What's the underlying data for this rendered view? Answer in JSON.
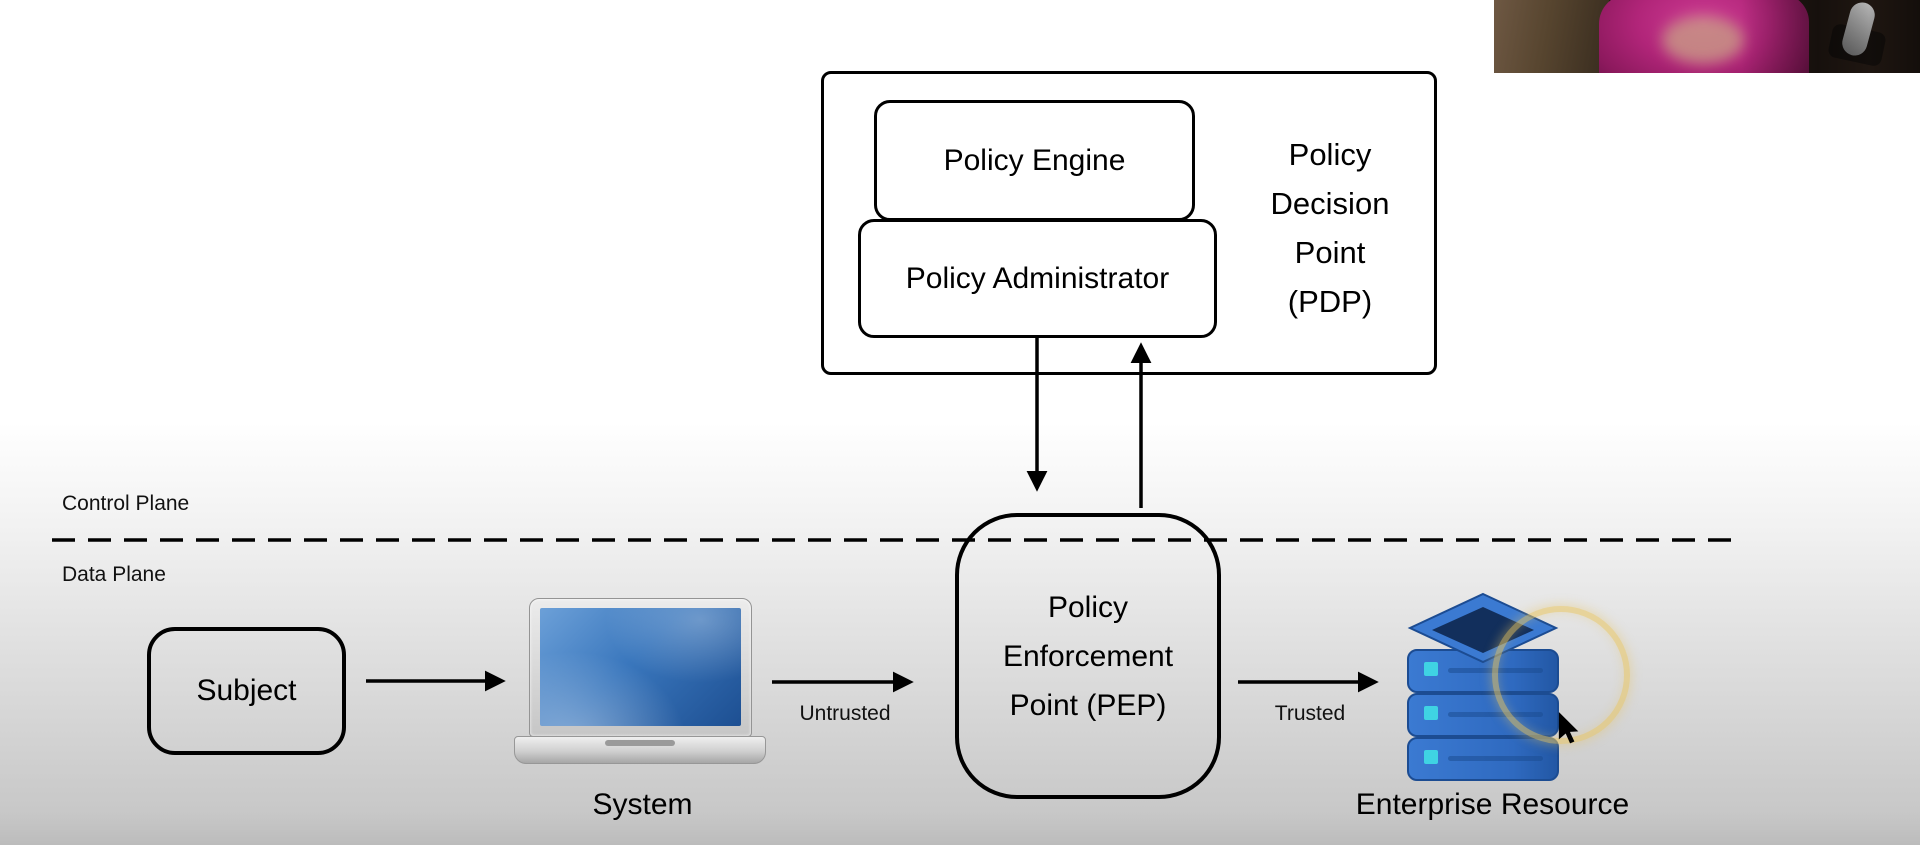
{
  "pdp_panel": {
    "engine_label": "Policy Engine",
    "admin_label": "Policy Administrator",
    "title_lines": [
      "Policy",
      "Decision",
      "Point",
      "(PDP)"
    ]
  },
  "planes": {
    "control_label": "Control Plane",
    "data_label": "Data Plane"
  },
  "nodes": {
    "subject_label": "Subject",
    "system_label": "System",
    "pep_lines": [
      "Policy",
      "Enforcement",
      "Point (PEP)"
    ],
    "resource_label": "Enterprise Resource"
  },
  "edge_labels": {
    "untrusted": "Untrusted",
    "trusted": "Trusted"
  },
  "colors": {
    "line": "#000000",
    "laptop_screen_blue": "#3a77bd",
    "server_blue": "#2f6ac0",
    "server_top_dark": "#122f5c",
    "server_indicator_teal": "#3fd3e3",
    "highlight_ring_gold": "#e9c45c",
    "webcam_shirt_magenta": "#b12579",
    "background_bottom_gray": "#c8c8c8"
  }
}
